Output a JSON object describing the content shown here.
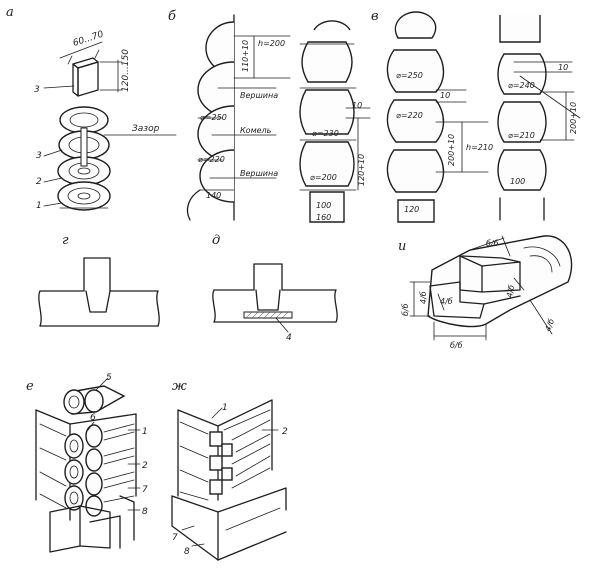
{
  "panels": {
    "a": {
      "letter": "а",
      "dim_width": "60...70",
      "dim_height": "120...150",
      "gap_label": "Зазор",
      "callouts": [
        "3",
        "3",
        "2",
        "1"
      ]
    },
    "b": {
      "letter": "б",
      "h": "h=200",
      "sub_h": "110+10",
      "top_label": "Вершина",
      "butt_label": "Комель",
      "bottom_label": "Вершина",
      "d1": "⌀=250",
      "d2": "⌀=220",
      "w1": "140",
      "dim_10": "10",
      "d3": "⌀=230",
      "side_dim": "120+10",
      "d4": "⌀=200",
      "b1": "100",
      "b2": "160"
    },
    "v": {
      "letter": "в",
      "d1": "⌀=250",
      "dim_10a": "10",
      "d2": "⌀=220",
      "sub_h": "200+10",
      "h": "h=210",
      "w1": "120",
      "dim_10b": "10",
      "d3": "⌀=240",
      "side_dim": "200+10",
      "d4": "⌀=210",
      "w2": "100"
    },
    "g": {
      "letter": "г"
    },
    "d": {
      "letter": "д",
      "callout": "4"
    },
    "i": {
      "letter": "и",
      "top_dim": "б/б",
      "dim_left1": "4/б",
      "dim_left2": "б/б",
      "dim_inner": "4/б",
      "dim_inner2": "4/б",
      "dim_right": "4/б",
      "dim_bottom": "б/б"
    },
    "e": {
      "letter": "е",
      "callouts": [
        "5",
        "6",
        "1",
        "2",
        "7",
        "8"
      ]
    },
    "zh": {
      "letter": "ж",
      "callouts": [
        "1",
        "2",
        "7",
        "8"
      ]
    }
  }
}
